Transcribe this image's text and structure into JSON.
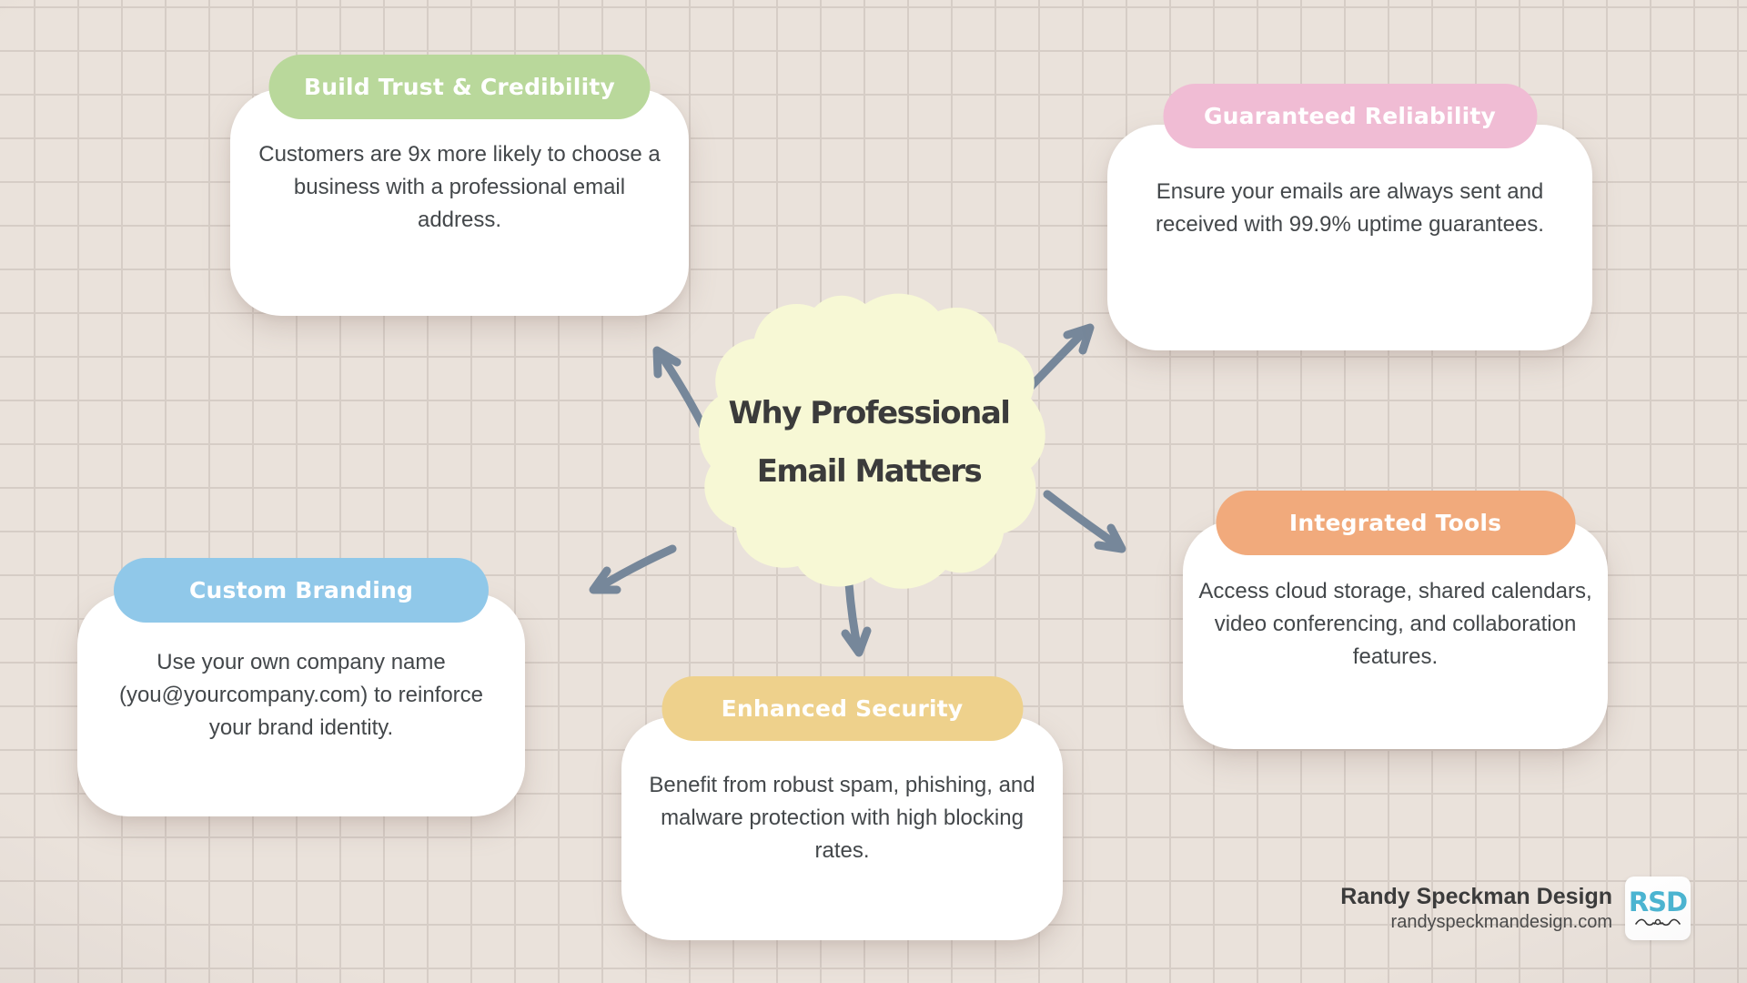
{
  "center_blob": {
    "title": "Why Professional Email Matters",
    "title_lines": [
      "Why Professional",
      "Email Matters"
    ],
    "fill": "#f7f8d5",
    "text_color": "#3b3b3b"
  },
  "cards": [
    {
      "id": "build-trust",
      "title": "Build Trust & Credibility",
      "body": "Customers are 9x more likely to choose a business with a professional email address.",
      "header_color": "#b9d89b"
    },
    {
      "id": "guaranteed-reliability",
      "title": "Guaranteed Reliability",
      "body": "Ensure your emails are always sent and received with 99.9% uptime guarantees.",
      "header_color": "#f0bcd4"
    },
    {
      "id": "custom-branding",
      "title": "Custom Branding",
      "body": "Use your own company name (you@yourcompany.com) to reinforce your brand identity.",
      "header_color": "#90c8e9"
    },
    {
      "id": "enhanced-security",
      "title": "Enhanced Security",
      "body": "Benefit from robust spam, phishing, and malware protection with high blocking rates.",
      "header_color": "#eed18c"
    },
    {
      "id": "integrated-tools",
      "title": "Integrated Tools",
      "body": "Access cloud storage, shared calendars, video conferencing, and collaboration features.",
      "header_color": "#f1aa7c"
    }
  ],
  "footer": {
    "brand": "Randy Speckman Design",
    "website": "randyspeckmandesign.com",
    "logo_text": "RSD"
  },
  "palette": {
    "background": "#eae2db",
    "grid_line": "#d6cdc6",
    "card_background": "#ffffff",
    "arrow": "#76879a",
    "pill_text": "#ffffff",
    "body_text": "#43474a",
    "logo_text_color": "#4bb5d2"
  }
}
